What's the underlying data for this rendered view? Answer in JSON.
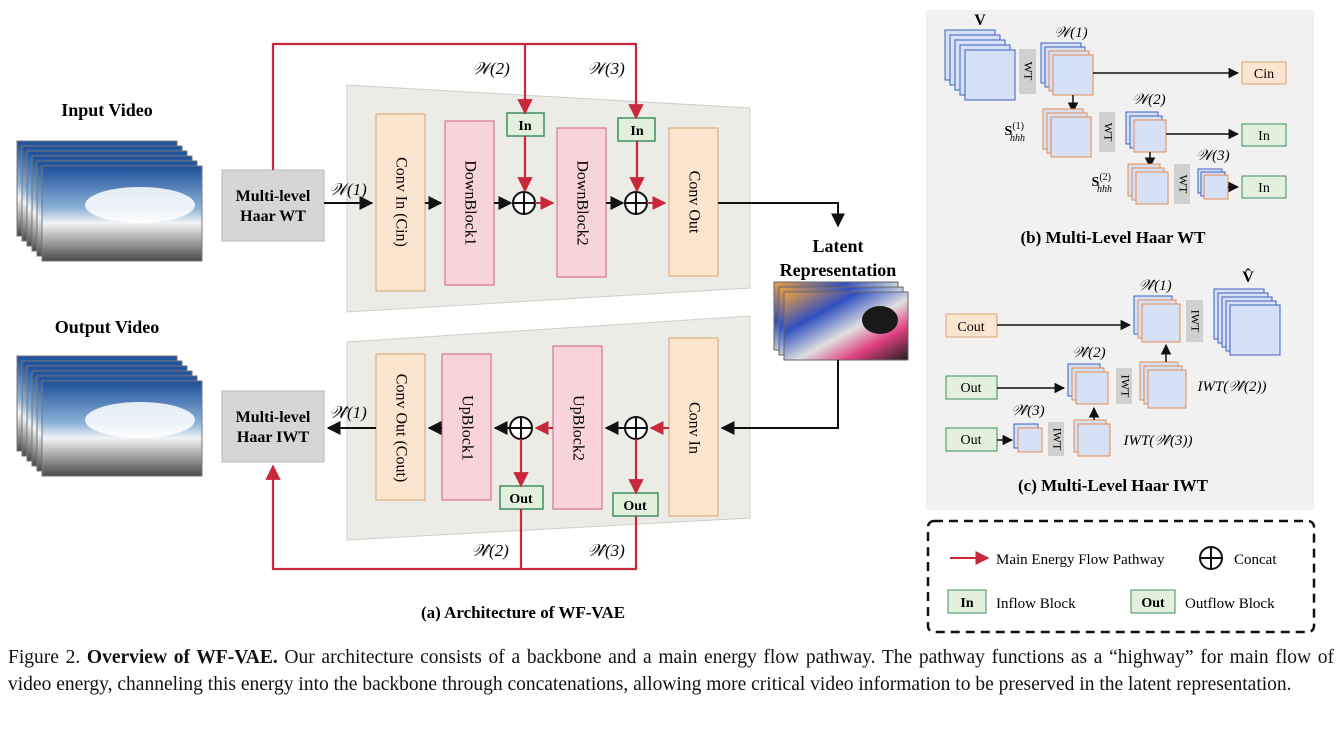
{
  "architecture": {
    "title": "(a) Architecture of WF-VAE",
    "input_video_label": "Input Video",
    "output_video_label": "Output Video",
    "haar_wt_label": [
      "Multi-level",
      "Haar WT"
    ],
    "haar_iwt_label": [
      "Multi-level",
      "Haar IWT"
    ],
    "latent_label": [
      "Latent",
      "Representation"
    ],
    "encoder_blocks": [
      "Conv In (Cin)",
      "DownBlock1",
      "DownBlock2",
      "Conv Out"
    ],
    "decoder_blocks": [
      "Conv Out (Cout)",
      "UpBlock1",
      "UpBlock2",
      "Conv In"
    ],
    "in_label": "In",
    "out_label": "Out",
    "w1": "𝒲(1)",
    "w2": "𝒲(2)",
    "w3": "𝒲(3)",
    "w1_hat": "𝒲̂(1)",
    "w2_hat": "𝒲̂(2)",
    "w3_hat": "𝒲̂(3)"
  },
  "haar_wt_panel": {
    "title": "(b) Multi-Level Haar WT",
    "v_label": "V",
    "wt_label": "WT",
    "cin_label": "Cin",
    "in_label": "In",
    "s1_label": "S(1)hhh",
    "s2_label": "S(2)hhh"
  },
  "haar_iwt_panel": {
    "title": "(c) Multi-Level Haar IWT",
    "v_hat_label": "V̂",
    "iwt_label": "IWT",
    "cout_label": "Cout",
    "out_label": "Out",
    "iwt_w2": "IWT(𝒲̂(2))",
    "iwt_w3": "IWT(𝒲̂(3))"
  },
  "legend": {
    "main_flow": "Main Energy Flow Pathway",
    "concat": "Concat",
    "inflow": "Inflow Block",
    "outflow": "Outflow Block",
    "in_label": "In",
    "out_label": "Out"
  },
  "caption": {
    "prefix": "Figure 2.",
    "bold": "Overview of WF-VAE.",
    "text": "Our architecture consists of a backbone and a main energy flow pathway. The pathway functions as a “highway” for main flow of video energy, channeling this energy into the backbone through concatenations, allowing more critical video information to be preserved in the latent representation."
  },
  "colors": {
    "main_flow_red": "#c8283a",
    "conv_fill": "#fbe5cf",
    "conv_stroke": "#d6a572",
    "block_fill": "#f9d3dc",
    "block_stroke": "#d2607a",
    "inout_fill": "#e3f1dc",
    "inout_stroke": "#3d8d62",
    "haar_fill": "#d6d6d6",
    "trap_fill": "#ecece6",
    "panel_fill": "#f1f1f1",
    "cube_fill": "#d7e1f6",
    "cube_stroke_blue": "#3e5fbf",
    "cube_stroke_orange": "#e28c4d"
  }
}
